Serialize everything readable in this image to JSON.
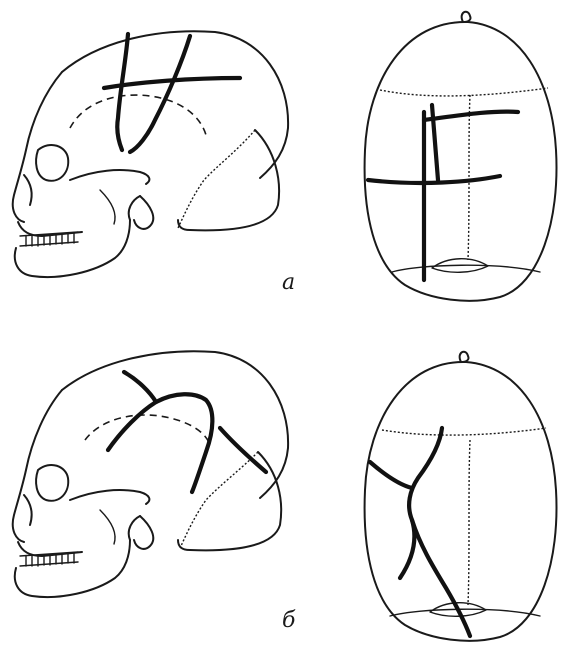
{
  "panels": [
    {
      "id": "a",
      "label": "а"
    },
    {
      "id": "b",
      "label": "б"
    }
  ],
  "colors": {
    "ink": "#1a1a1a",
    "background": "#ffffff"
  }
}
